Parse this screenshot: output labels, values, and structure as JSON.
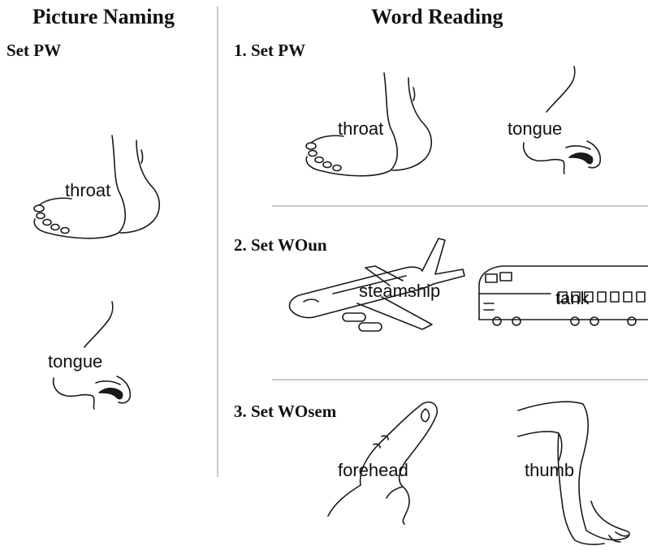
{
  "left_panel": {
    "title": "Picture Naming",
    "set_label": "Set PW",
    "items": [
      {
        "picture": "foot-drawing",
        "word": "throat"
      },
      {
        "picture": "nose-drawing",
        "word": "tongue"
      }
    ]
  },
  "right_panel": {
    "title": "Word Reading",
    "sets": [
      {
        "label": "1. Set PW",
        "items": [
          {
            "picture": "foot-drawing",
            "word": "throat"
          },
          {
            "picture": "nose-drawing",
            "word": "tongue"
          }
        ]
      },
      {
        "label": "2. Set WOun",
        "items": [
          {
            "picture": "airplane-drawing",
            "word": "steamship"
          },
          {
            "picture": "train-drawing",
            "word": "tank"
          }
        ]
      },
      {
        "label": "3. Set WOsem",
        "items": [
          {
            "picture": "finger-drawing",
            "word": "forehead"
          },
          {
            "picture": "leg-drawing",
            "word": "thumb"
          }
        ]
      }
    ]
  }
}
